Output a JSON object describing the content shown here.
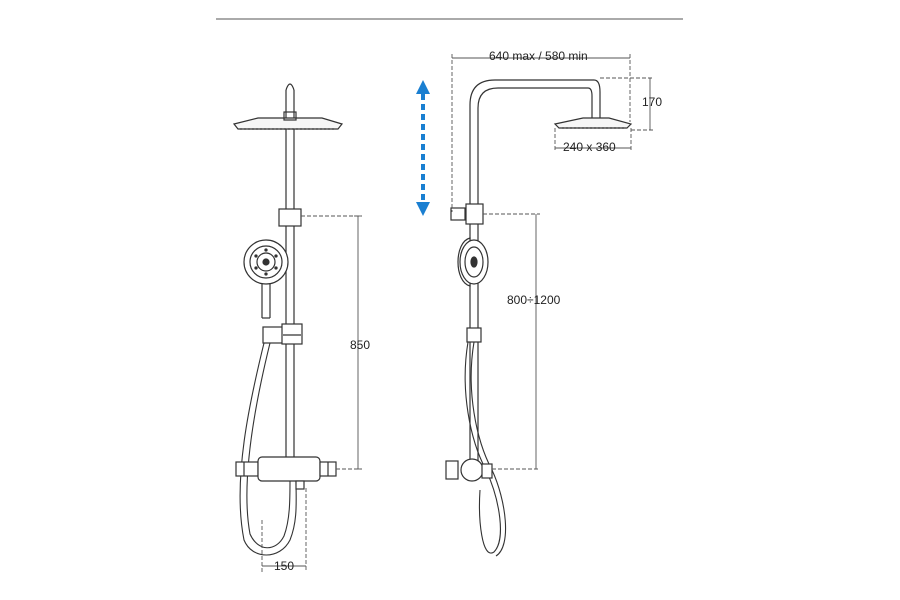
{
  "dimensions": {
    "front_height": "850",
    "bracket_spacing": "150",
    "arm_length": "640 max / 580 min",
    "arm_height": "170",
    "head_size": "240 x 360",
    "adjust_range": "800÷1200"
  },
  "colors": {
    "line": "#333333",
    "dim_line": "#555555",
    "arrow": "#1a7fd1",
    "rule": "#555555"
  },
  "icons": {
    "height_adjust": "double-arrow-vertical-icon"
  }
}
